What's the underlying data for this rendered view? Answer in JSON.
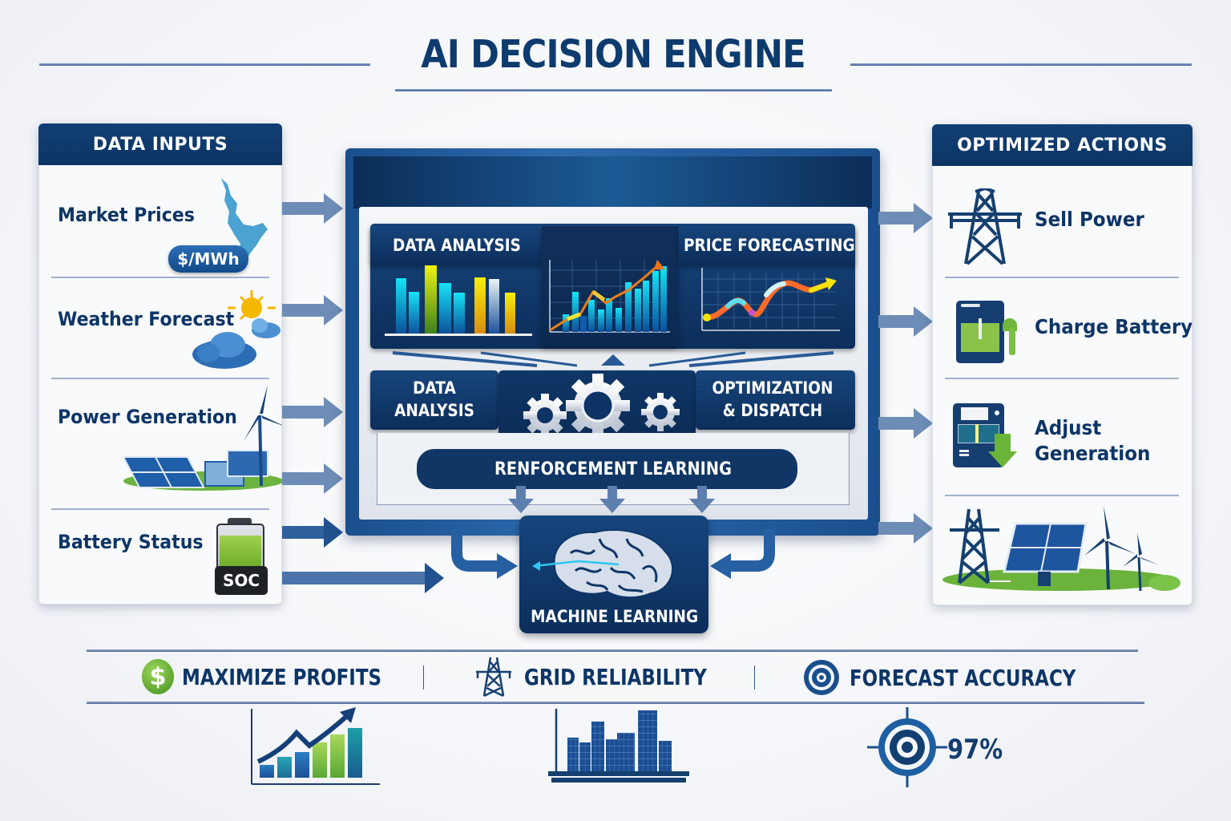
{
  "title": "AI DECISION ENGINE",
  "data_inputs": {
    "header": "DATA INPUTS",
    "items": [
      {
        "label": "Market Prices",
        "icon": "map-icon",
        "badge": "$/MWh"
      },
      {
        "label": "Weather Forecast",
        "icon": "sun-cloud-icon"
      },
      {
        "label": "Power Generation",
        "icon": "solar-wind-icon"
      },
      {
        "label": "Battery Status",
        "icon": "battery-icon",
        "badge": "SOC"
      }
    ]
  },
  "engine": {
    "top_cards": [
      {
        "title": "DATA ANALYSIS",
        "chart": "bar-chart"
      },
      {
        "title": "",
        "chart": "bar-line-chart"
      },
      {
        "title": "PRICE FORECASTING",
        "chart": "line-chart"
      }
    ],
    "middle_cards": [
      {
        "title_line1": "DATA",
        "title_line2": "ANALYSIS"
      },
      {
        "icon": "gears-icon"
      },
      {
        "title_line1": "OPTIMIZATION",
        "title_line2": "& DISPATCH"
      }
    ],
    "reinforcement_label": "RENFORCEMENT LEARNING",
    "ml_label": "MACHINE LEARNING"
  },
  "optimized_actions": {
    "header": "OPTIMIZED ACTIONS",
    "items": [
      {
        "label": "Sell Power",
        "icon": "transmission-tower-icon"
      },
      {
        "label": "Charge Battery",
        "icon": "battery-charge-icon"
      },
      {
        "label_line1": "Adjust",
        "label_line2": "Generation",
        "icon": "generator-control-icon"
      },
      {
        "label": "",
        "icon": "grid-renewables-icon"
      }
    ]
  },
  "kpis": [
    {
      "label": "MAXIMIZE PROFITS",
      "icon": "dollar-icon"
    },
    {
      "label": "GRID RELIABILITY",
      "icon": "tower-icon"
    },
    {
      "label": "FORECAST ACCURACY",
      "icon": "target-icon"
    }
  ],
  "forecast_accuracy_value": "97%",
  "colors": {
    "navy": "#0d3566",
    "panel_header": "#123f74",
    "arrow": "#6d8db6",
    "green": "#7dc242",
    "accent_cyan": "#1fd3f0",
    "accent_yellow": "#f5d40f"
  }
}
